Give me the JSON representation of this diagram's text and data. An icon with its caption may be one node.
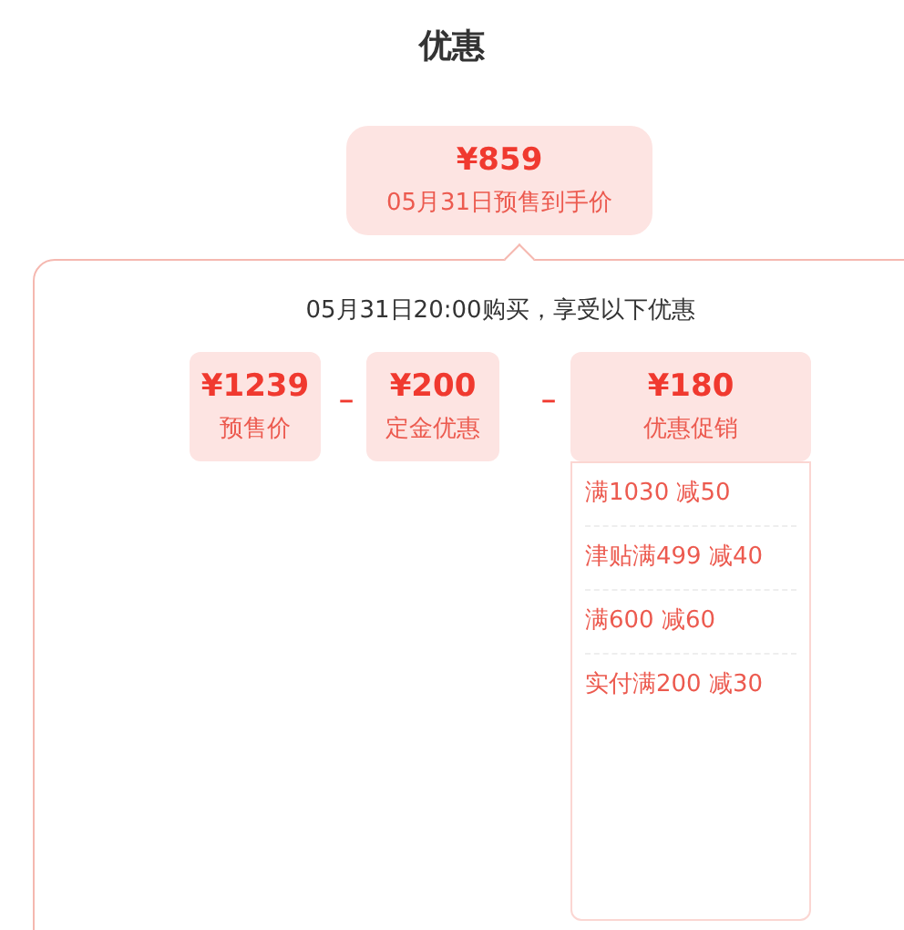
{
  "diagram": {
    "title": "优惠",
    "nodes": [
      {
        "text": [
          "¥859",
          "05月31日预售到手价"
        ]
      },
      {
        "text": [
          "05月31日20:00购买，享受以下优惠"
        ]
      },
      {
        "text": [
          "¥1239",
          "预售价"
        ],
        "in": 1
      },
      {
        "text": [
          "¥200",
          "定金优惠"
        ],
        "in": 1
      },
      {
        "text": [
          "¥180",
          "优惠促销"
        ],
        "in": 1
      },
      {
        "text": [
          "满1030 减50",
          "津贴满499 减40",
          "满600 减60",
          "实付满200 减30"
        ],
        "in": 1
      }
    ],
    "labels": [
      "－",
      "－"
    ]
  }
}
